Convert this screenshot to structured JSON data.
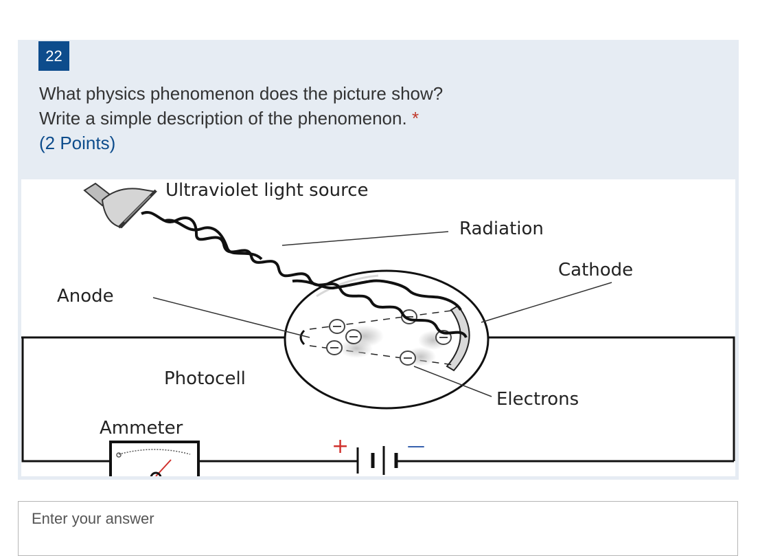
{
  "question": {
    "number": "22",
    "line1": "What physics phenomenon does the picture show?",
    "line2": "Write a simple description of the phenomenon.",
    "required_marker": "*",
    "points": "(2 Points)"
  },
  "figure": {
    "labels": {
      "light_source": "Ultraviolet light source",
      "radiation": "Radiation",
      "cathode": "Cathode",
      "anode": "Anode",
      "photocell": "Photocell",
      "electrons": "Electrons",
      "ammeter": "Ammeter",
      "plus": "+",
      "minus": "—"
    }
  },
  "answer": {
    "placeholder": "Enter your answer"
  },
  "colors": {
    "accent": "#0d4c8c",
    "required": "#c0392b",
    "card_bg": "#e6ecf3"
  }
}
